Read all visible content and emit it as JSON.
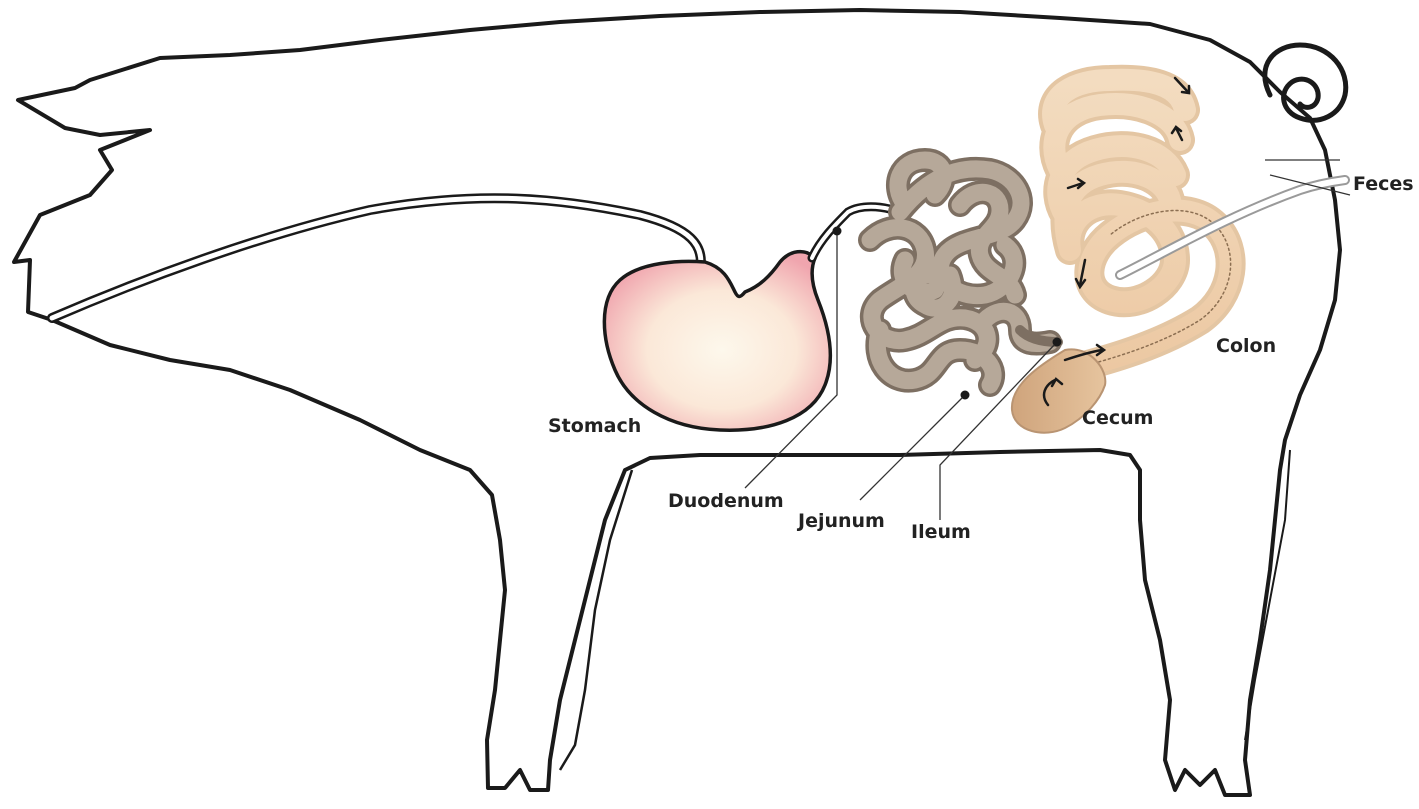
{
  "diagram": {
    "labels": {
      "stomach": "Stomach",
      "duodenum": "Duodenum",
      "jejunum": "Jejunum",
      "ileum": "Ileum",
      "cecum": "Cecum",
      "colon": "Colon",
      "feces": "Feces"
    },
    "colors": {
      "outline": "#1a1a1a",
      "stomach_center": "#fbf3e6",
      "stomach_edge": "#f1a9b1",
      "small_intestine": "#b3a596",
      "small_intestine_dark": "#8f8172",
      "colon": "#f2d8b8",
      "cecum": "#d9b48f",
      "leader_line": "#333333"
    }
  }
}
